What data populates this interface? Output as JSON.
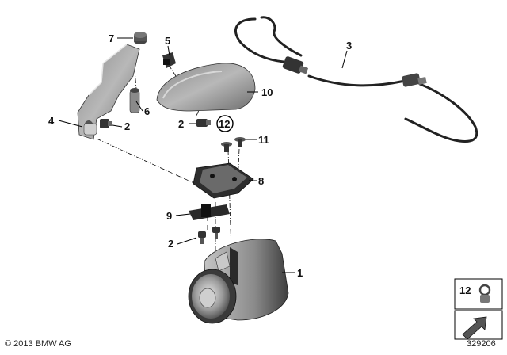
{
  "callouts": {
    "p1": "1",
    "p2a": "2",
    "p2b": "2",
    "p2c": "2",
    "p3": "3",
    "p4": "4",
    "p5": "5",
    "p6": "6",
    "p7": "7",
    "p8": "8",
    "p9": "9",
    "p10": "10",
    "p11": "11",
    "p12": "12",
    "p12_box": "12"
  },
  "footer": {
    "copyright": "© 2013 BMW AG",
    "diagram_id": "329206"
  },
  "colors": {
    "part_fill": "#9a9a9a",
    "part_dark": "#4a4a4a",
    "part_light": "#c8c8c8",
    "line": "#000000"
  }
}
